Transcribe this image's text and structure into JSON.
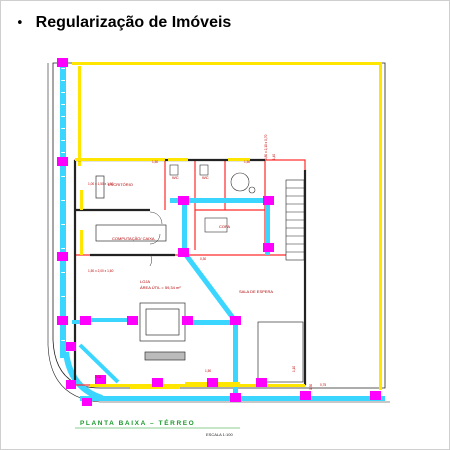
{
  "slide": {
    "bullet": "•",
    "title": "Regularização de Imóveis"
  },
  "plan": {
    "caption": "PLANTA BAIXA  –  TÉRREO",
    "scale": "ESCALA 1:100",
    "rooms": {
      "escritorio": "ESCRITÓRIO",
      "wc1": "WC",
      "wc2": "WC",
      "copa": "COPA",
      "computacao": "COMPUTAÇÃO/\nCAIXA",
      "loja_name": "LOJA",
      "loja_area": "ÁREA ÚTIL = 59,34 m²",
      "sala_espera": "SALA DE ESPERA"
    },
    "colors": {
      "wall": "#ff2a2a",
      "column": "#ff00ff",
      "pipe": "#3ad6ff",
      "yellow": "#ffe600",
      "dark": "#222222",
      "green": "#1a9a2c"
    }
  }
}
